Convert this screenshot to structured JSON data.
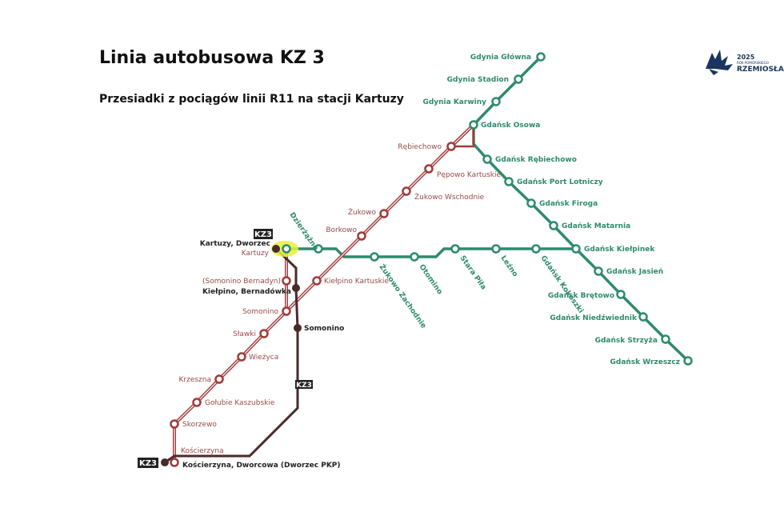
{
  "header": {
    "title": "Linia autobusowa KZ 3",
    "subtitle": "Przesiadki z pociągów linii R11 na stacji Kartuzy"
  },
  "logo": {
    "year": "2025",
    "small_text": "ROK POMORSKIEGO",
    "name": "RZEMIOSŁA"
  },
  "colors": {
    "green_line": "#2e8b6a",
    "green_text": "#2e8b6a",
    "red_line": "#a13a3a",
    "red_text": "#9a4a4a",
    "bus_line": "#4a2a2a",
    "highlight": "#e6f03c"
  },
  "lines": {
    "kz3_label": "KZ3",
    "kz3_badge_top": "KZ 3",
    "kz3_badge_bottom": "KZ3"
  },
  "stations": {
    "green": [
      "Gdynia Główna",
      "Gdynia Stadion",
      "Gdynia Karwiny",
      "Gdańsk Osowa",
      "Gdańsk Rębiechowo",
      "Gdańsk Port Lotniczy",
      "Gdańsk Firoga",
      "Gdańsk Matarnia",
      "Gdańsk Kiełpinek",
      "Gdańsk Jasień",
      "Gdańsk Brętowo",
      "Gdańsk Niedźwiednik",
      "Gdańsk Strzyża",
      "Gdańsk Wrzeszcz",
      "Dzierżążno",
      "Żukowo Zachodnie",
      "Otomino",
      "Stara Piła",
      "Leźno",
      "Gdańsk Kokoszki"
    ],
    "red": [
      "Rębiechowo",
      "Pępowo Kartuskie",
      "Żukowo Wschodnie",
      "Żukowo",
      "Borkowo",
      "Kiełpino Kartuskie",
      "Kartuzy",
      "(Somonino Bernadyn)",
      "Somonino",
      "Sławki",
      "Wieżyca",
      "Krzeszna",
      "Gołubie Kaszubskie",
      "Skorzewo",
      "Kościerzyna"
    ],
    "bus": [
      "Kartuzy, Dworzec",
      "Kiełpino, Bernadówka",
      "Somonino",
      "Kościerzyna, Dworcowa (Dworzec PKP)"
    ]
  }
}
